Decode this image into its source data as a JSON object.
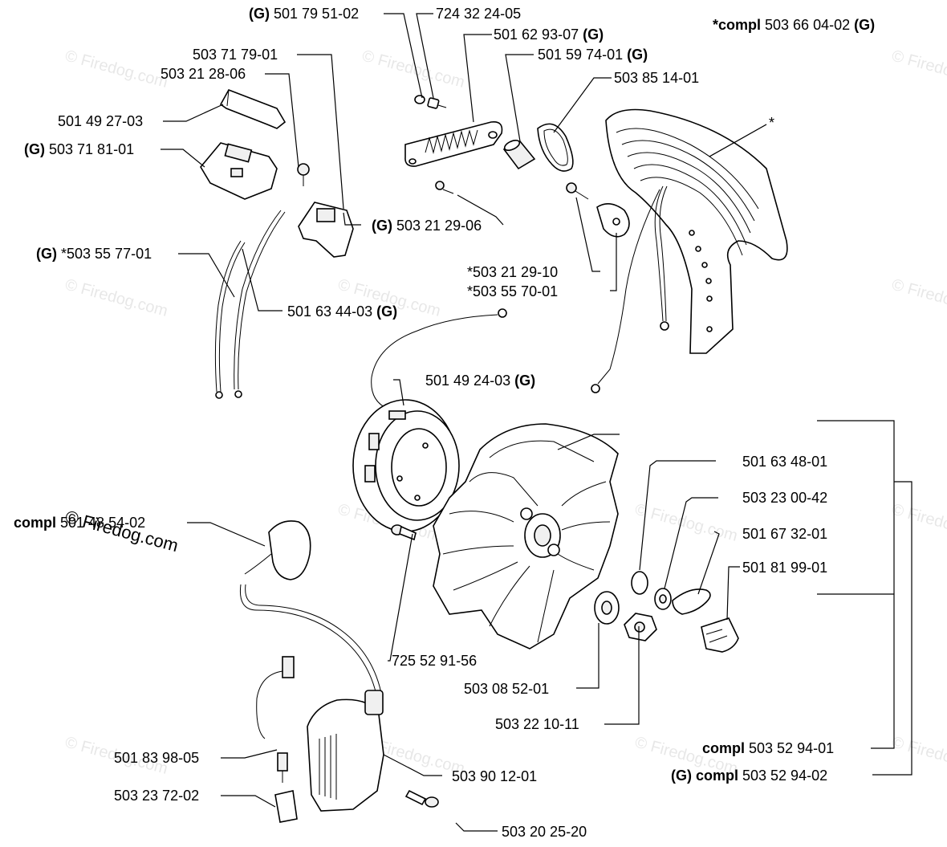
{
  "labels": {
    "l01": {
      "prefix": "(G) ",
      "code": "501 79 51-02",
      "suffix": ""
    },
    "l02": {
      "prefix": "",
      "code": "724 32 24-05",
      "suffix": ""
    },
    "l03": {
      "prefix": "",
      "code": "501 62 93-07 ",
      "suffix": "(G)"
    },
    "l04": {
      "prefix": "",
      "code": "501 59 74-01 ",
      "suffix": "(G)"
    },
    "l05": {
      "prefix": "",
      "code": "503 85 14-01",
      "suffix": ""
    },
    "l06": {
      "prefix": "*compl ",
      "code": "503 66 04-02 ",
      "suffix": "(G)"
    },
    "l07": {
      "prefix": "",
      "code": "503 71 79-01",
      "suffix": ""
    },
    "l08": {
      "prefix": "",
      "code": "503 21 28-06",
      "suffix": ""
    },
    "l09": {
      "prefix": "",
      "code": "501 49 27-03",
      "suffix": ""
    },
    "l10": {
      "prefix": "(G) ",
      "code": "503 71 81-01",
      "suffix": ""
    },
    "l11": {
      "prefix": "",
      "code": "*",
      "suffix": ""
    },
    "l12": {
      "prefix": "(G) ",
      "code": "503 21 29-06",
      "suffix": ""
    },
    "l13": {
      "prefix": "(G) ",
      "code": "*503 55 77-01",
      "suffix": ""
    },
    "l14": {
      "prefix": "",
      "code": "*503 21 29-10",
      "suffix": ""
    },
    "l15": {
      "prefix": "",
      "code": "*503 55 70-01",
      "suffix": ""
    },
    "l16": {
      "prefix": "",
      "code": "501 63 44-03 ",
      "suffix": "(G)"
    },
    "l17": {
      "prefix": "",
      "code": "501 49 24-03 ",
      "suffix": "(G)"
    },
    "l18": {
      "prefix": "",
      "code": "501 63 48-01",
      "suffix": ""
    },
    "l19": {
      "prefix": "",
      "code": "503 23 00-42",
      "suffix": ""
    },
    "l20": {
      "prefix": "compl ",
      "code": "501 48 54-02",
      "suffix": ""
    },
    "l21": {
      "prefix": "",
      "code": "501 67 32-01",
      "suffix": ""
    },
    "l22": {
      "prefix": "",
      "code": "501 81 99-01",
      "suffix": ""
    },
    "l23": {
      "prefix": "",
      "code": "725 52 91-56",
      "suffix": ""
    },
    "l24": {
      "prefix": "",
      "code": "503 08 52-01",
      "suffix": ""
    },
    "l25": {
      "prefix": "",
      "code": "503 22 10-11",
      "suffix": ""
    },
    "l26": {
      "prefix": "compl ",
      "code": "503 52 94-01",
      "suffix": ""
    },
    "l27": {
      "prefix": "(G) compl ",
      "code": "503 52 94-02",
      "suffix": ""
    },
    "l28": {
      "prefix": "",
      "code": "501 83 98-05",
      "suffix": ""
    },
    "l29": {
      "prefix": "",
      "code": "503 90 12-01",
      "suffix": ""
    },
    "l30": {
      "prefix": "",
      "code": "503 23 72-02",
      "suffix": ""
    },
    "l31": {
      "prefix": "",
      "code": "503 20 25-20",
      "suffix": ""
    }
  },
  "watermark": {
    "text": "© Firedog.com",
    "overlay_text": "© Firedog.com"
  }
}
